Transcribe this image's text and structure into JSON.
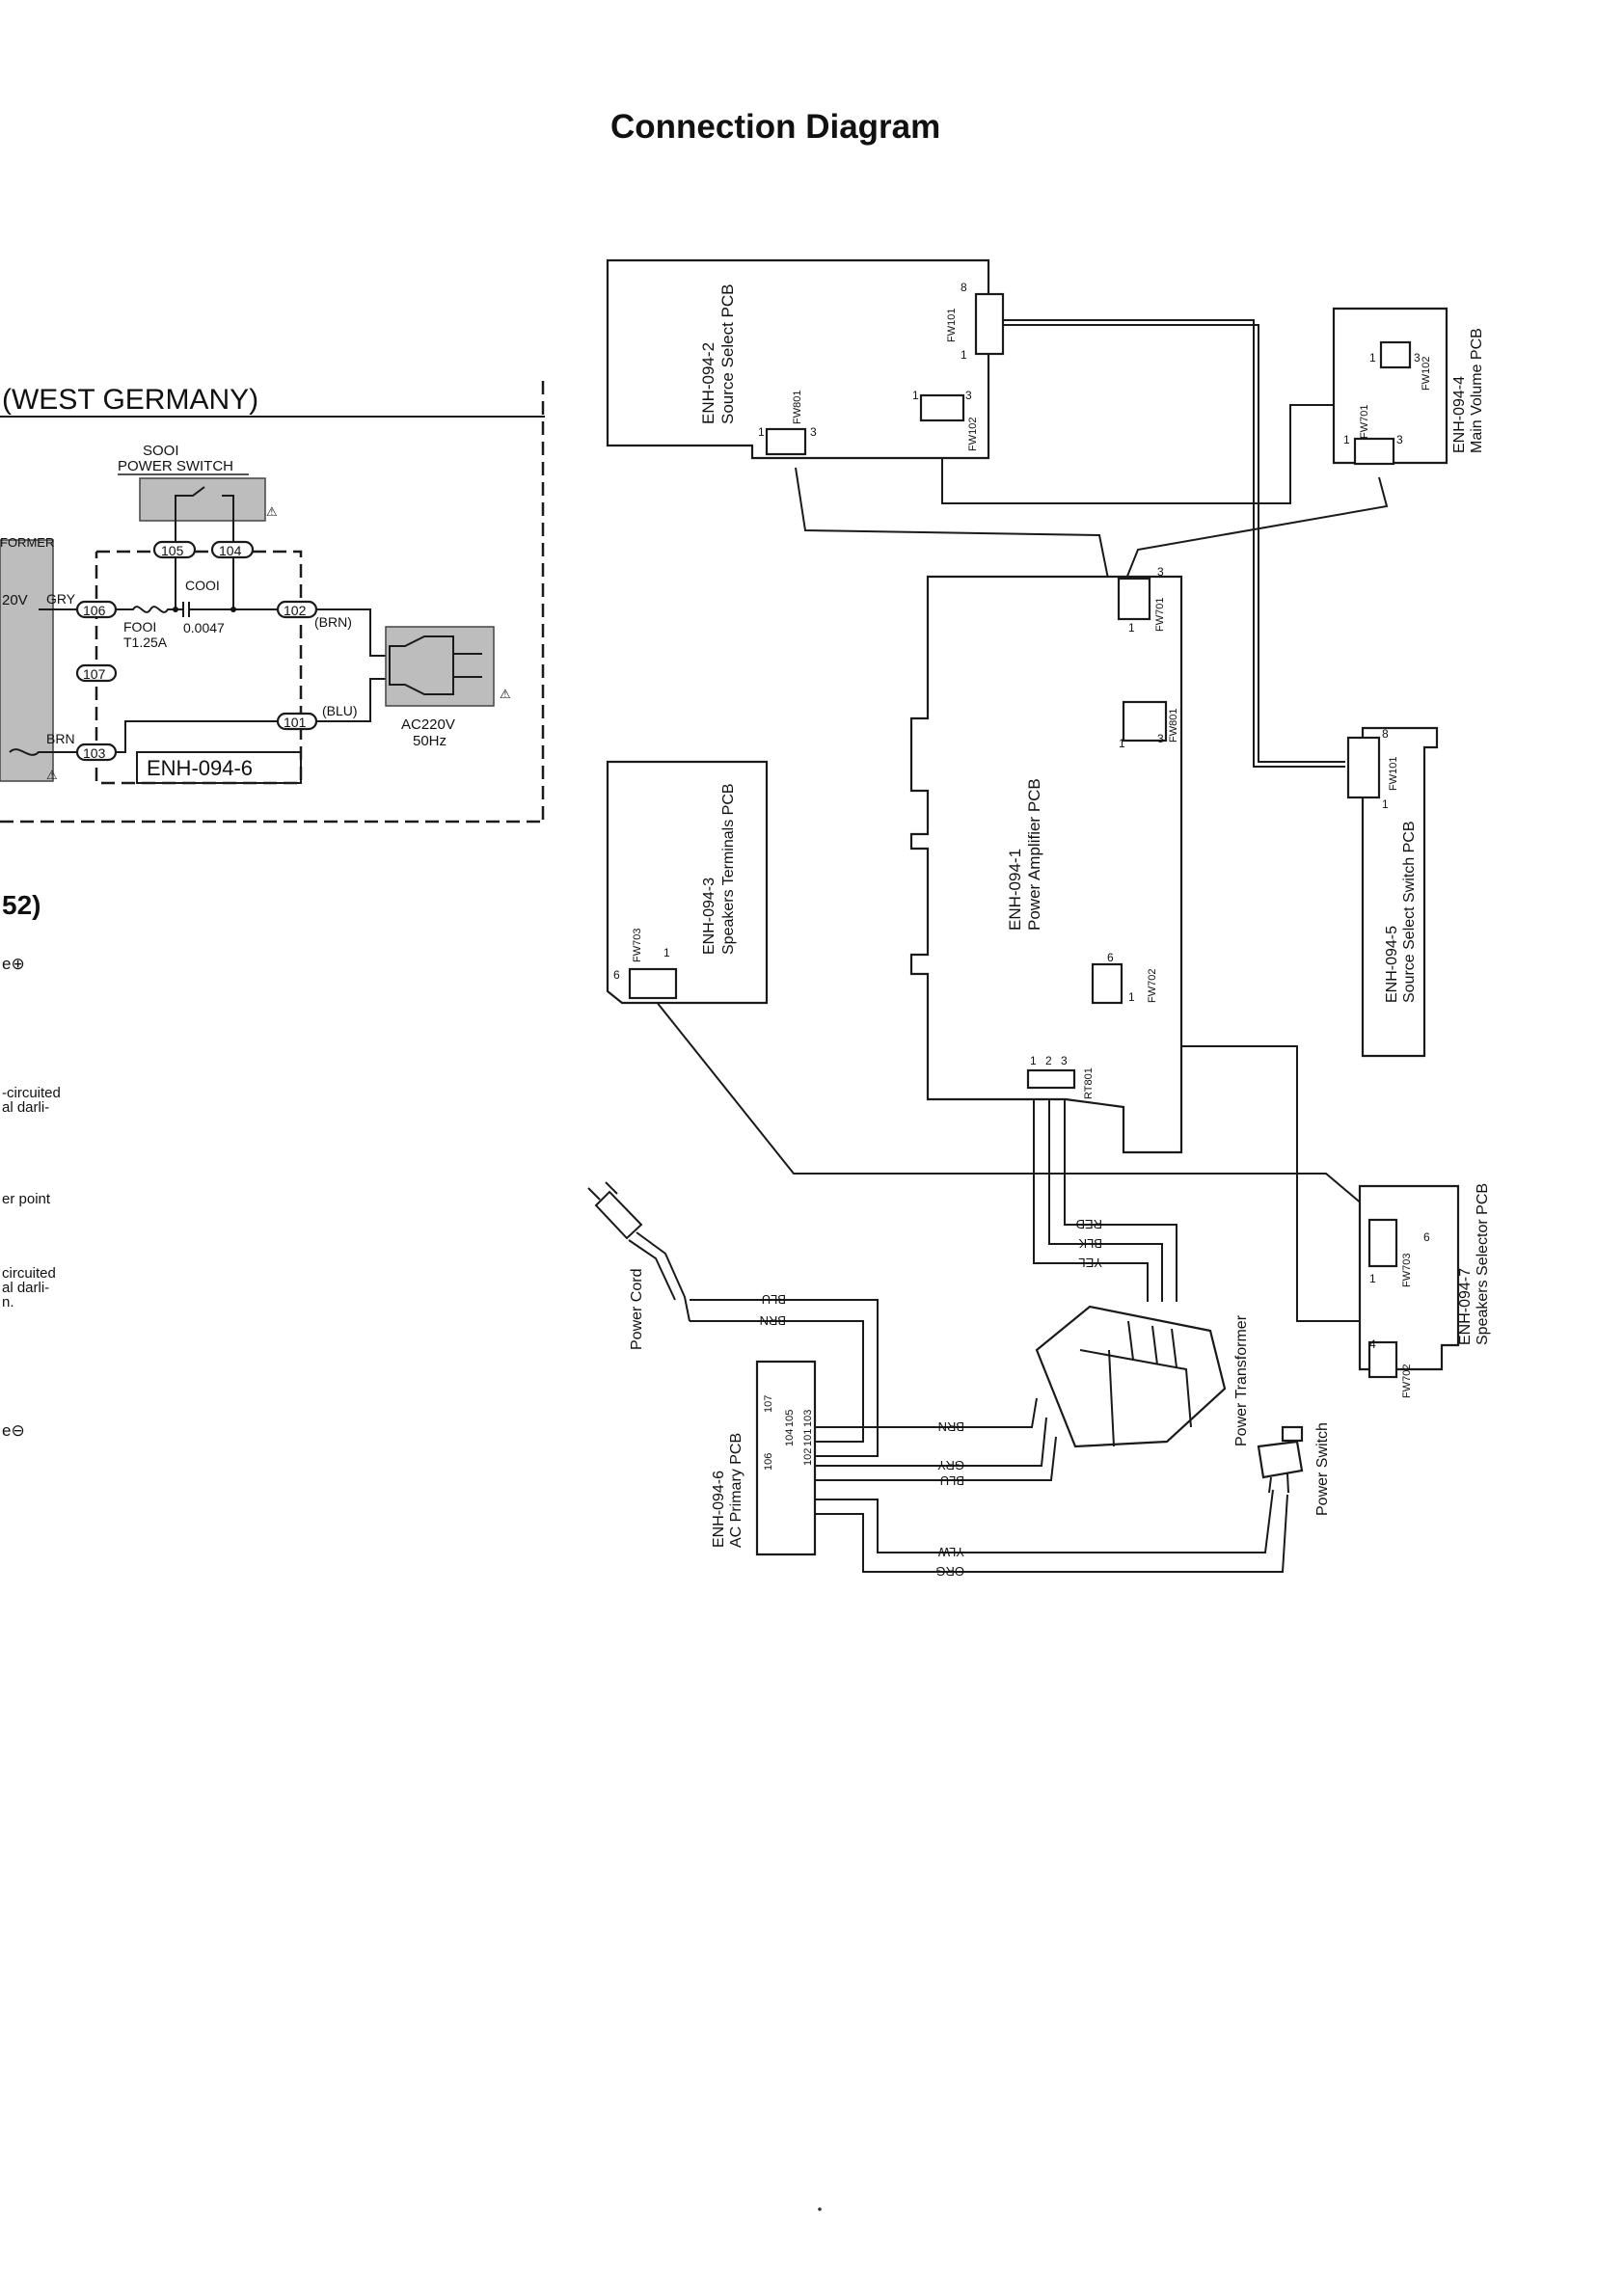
{
  "title": "Connection Diagram",
  "schematic": {
    "region_label": "(WEST GERMANY)",
    "switch_ref": "SOOI",
    "switch_label": "POWER SWITCH",
    "transformer_label": "FORMER",
    "voltage_label": "20V",
    "gry_label": "GRY",
    "brn_label": "BRN",
    "node_105": "105",
    "node_104": "104",
    "node_106": "106",
    "node_107": "107",
    "node_103": "103",
    "node_102": "102",
    "node_101": "101",
    "cap_ref": "COOI",
    "cap_value": "0.0047",
    "fuse_ref": "FOOI",
    "fuse_value": "T1.25A",
    "brn_paren": "(BRN)",
    "blu_paren": "(BLU)",
    "ac_voltage": "AC220V",
    "ac_freq": "50Hz",
    "board_label": "ENH-094-6",
    "warning_symbol": "⚠"
  },
  "left_notes": {
    "section_fragment": "52)",
    "plus_fragment": "e⊕",
    "short1_a": "-circuited",
    "short1_b": "al darli-",
    "ter_point": "er point",
    "short2_a": "circuited",
    "short2_b": "al darli-",
    "short2_c": "n.",
    "minus_fragment": "e⊖"
  },
  "boards": {
    "source_select": {
      "code": "ENH-094-2",
      "name": "Source Select PCB"
    },
    "main_volume": {
      "code": "ENH-094-4",
      "name": "Main Volume PCB"
    },
    "power_amp": {
      "code": "ENH-094-1",
      "name": "Power Amplifier PCB"
    },
    "speakers_terminals": {
      "code": "ENH-094-3",
      "name": "Speakers Terminals PCB"
    },
    "source_select_switch": {
      "code": "ENH-094-5",
      "name": "Source Select Switch PCB"
    },
    "speakers_selector": {
      "code": "ENH-094-7",
      "name": "Speakers Selector PCB"
    },
    "ac_primary": {
      "code": "ENH-094-6",
      "name": "AC Primary PCB"
    }
  },
  "connectors": {
    "fw101": "FW101",
    "fw102": "FW102",
    "fw801": "FW801",
    "fw701": "FW701",
    "fw702": "FW702",
    "fw703": "FW703",
    "rt801": "RT801"
  },
  "pins": {
    "p1": "1",
    "p2": "2",
    "p3": "3",
    "p4": "4",
    "p6": "6",
    "p8": "8"
  },
  "parts": {
    "power_cord": "Power Cord",
    "power_transformer": "Power Transformer",
    "power_switch": "Power Switch"
  },
  "wires": {
    "red": "RED",
    "blk": "BLK",
    "yel": "YEL",
    "blu": "BLU",
    "brn": "BRN",
    "gry": "GRY",
    "ylw": "YLW",
    "org": "ORG"
  },
  "ac_nodes": {
    "n106": "106",
    "n107": "107",
    "n105": "105",
    "n104": "104",
    "n103": "103",
    "n102": "102",
    "n101": "101"
  }
}
